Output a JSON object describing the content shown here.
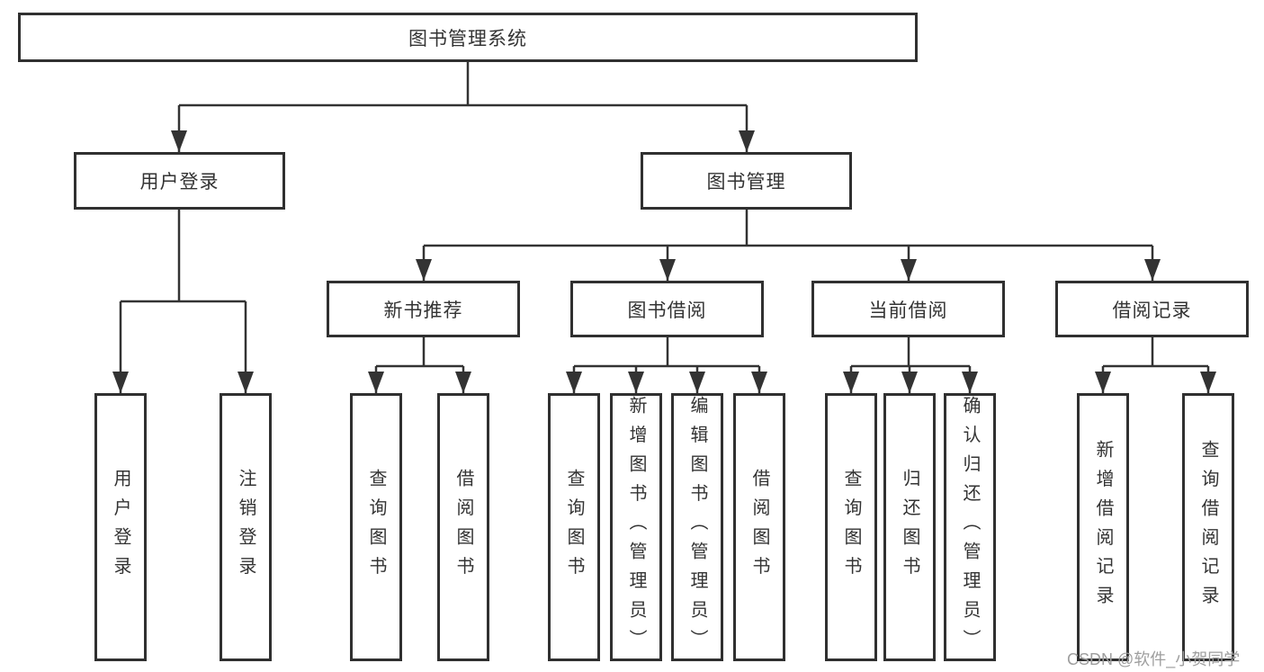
{
  "title_node": "图书管理系统",
  "branches": {
    "user_login": {
      "label": "用户登录",
      "children": [
        "用户登录",
        "注销登录"
      ]
    },
    "book_management": {
      "label": "图书管理",
      "children": {
        "new_book_recommend": {
          "label": "新书推荐",
          "children": [
            "查询图书",
            "借阅图书"
          ]
        },
        "book_borrowing": {
          "label": "图书借阅",
          "children": [
            "查询图书",
            "新增图书（管理员）",
            "编辑图书（管理员）",
            "借阅图书"
          ]
        },
        "current_borrowing": {
          "label": "当前借阅",
          "children": [
            "查询图书",
            "归还图书",
            "确认归还（管理员）"
          ]
        },
        "borrowing_records": {
          "label": "借阅记录",
          "children": [
            "新增借阅记录",
            "查询借阅记录"
          ]
        }
      }
    }
  },
  "watermark": "CSDN @软件_小贺同学",
  "colors": {
    "line": "#333333",
    "box_border": "#303030",
    "text": "#333333",
    "watermark": "#9e9e9e",
    "background": "#ffffff"
  }
}
